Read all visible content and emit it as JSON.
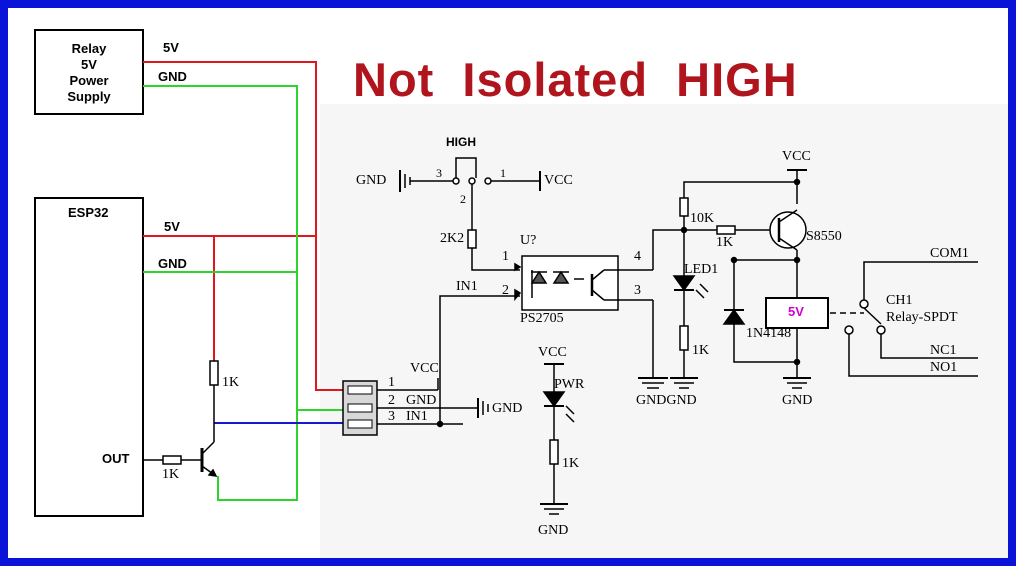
{
  "title": "Not  Isolated  HIGH",
  "power_supply": {
    "lines": [
      "Relay",
      "5V",
      "Power",
      "Supply"
    ],
    "out_5v": "5V",
    "out_gnd": "GND"
  },
  "esp32": {
    "name": "ESP32",
    "pin_5v": "5V",
    "pin_gnd": "GND",
    "pin_out": "OUT"
  },
  "driver": {
    "base_resistor": "1K",
    "pullup_resistor": "1K"
  },
  "connector": {
    "pin1_num": "1",
    "pin2_num": "2",
    "pin3_num": "3",
    "pin1_name": "VCC",
    "pin2_name": "GND",
    "pin3_name": "IN1",
    "gnd_label": "GND"
  },
  "jumper": {
    "label": "HIGH",
    "gnd": "GND",
    "vcc": "VCC",
    "pin3": "3",
    "pin2": "2",
    "pin1": "1"
  },
  "optocoupler": {
    "ref": "U?",
    "part": "PS2705",
    "pin1": "1",
    "pin2": "2",
    "pin3": "3",
    "pin4": "4",
    "in_label": "IN1",
    "series_resistor": "2K2"
  },
  "pwr_led": {
    "vcc": "VCC",
    "name": "PWR",
    "resistor": "1K",
    "gnd": "GND"
  },
  "relay_stage": {
    "vcc": "VCC",
    "r_pullup": "10K",
    "r_base": "1K",
    "transistor": "S8550",
    "led": "LED1",
    "led_resistor": "1K",
    "diode": "1N4148",
    "coil": "5V",
    "gnd_pair": "GNDGND",
    "gnd_coil": "GND",
    "com": "COM1",
    "ch": "CH1",
    "relay": "Relay-SPDT",
    "nc": "NC1",
    "no": "NO1"
  },
  "colors": {
    "frame": "#0a14d8",
    "title": "#b0151d",
    "red_wire": "#e0161c",
    "green_wire": "#2ed32e",
    "blue_wire": "#1818d0",
    "coil_label": "#d000d0"
  }
}
